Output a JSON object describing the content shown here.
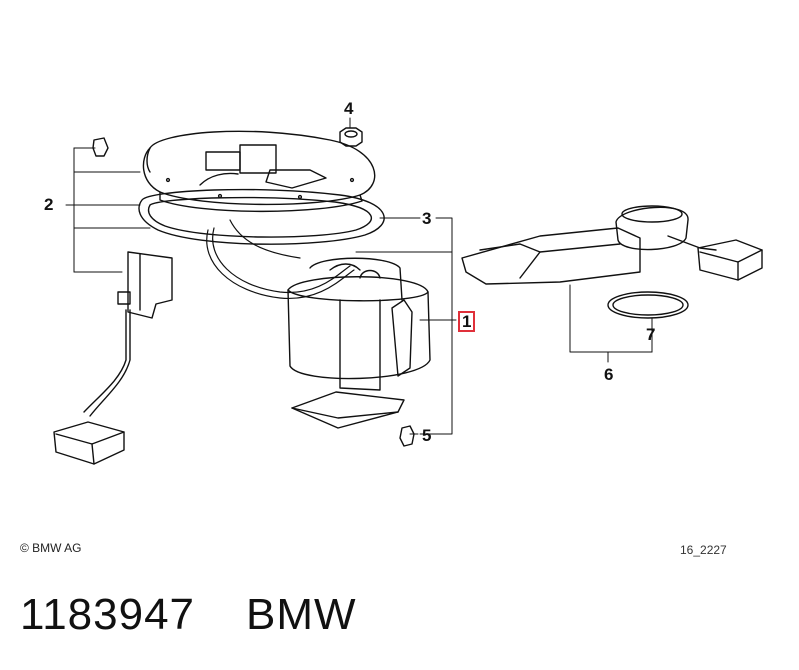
{
  "callouts": [
    {
      "id": "1",
      "label": "1",
      "highlighted": true
    },
    {
      "id": "2",
      "label": "2",
      "highlighted": false
    },
    {
      "id": "3",
      "label": "3",
      "highlighted": false
    },
    {
      "id": "4",
      "label": "4",
      "highlighted": false
    },
    {
      "id": "5",
      "label": "5",
      "highlighted": false
    },
    {
      "id": "6",
      "label": "6",
      "highlighted": false
    },
    {
      "id": "7",
      "label": "7",
      "highlighted": false
    }
  ],
  "footer": {
    "copyright": "© BMW AG",
    "drawing_id": "16_2227"
  },
  "caption": {
    "part_number": "1183947",
    "brand": "BMW"
  },
  "colors": {
    "line": "#111111",
    "highlight_box": "#e0303a",
    "background": "#ffffff"
  }
}
